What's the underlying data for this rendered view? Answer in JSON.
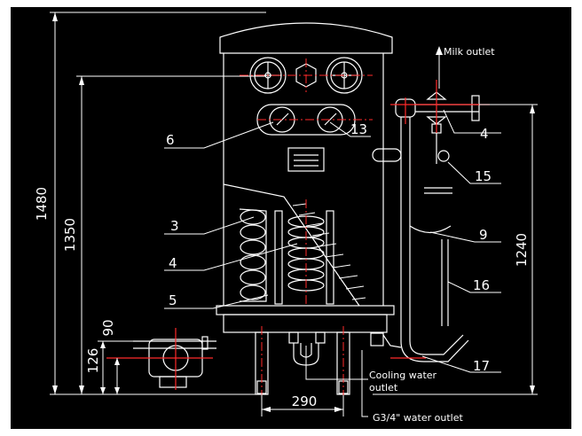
{
  "colors": {
    "background": "#000000",
    "lines": "#ffffff",
    "centerlines": "#ff2a2a",
    "frame": "#ffffff"
  },
  "dimensions": {
    "overall_height": "1480",
    "body_height": "1350",
    "outlet_height": "1240",
    "lower_90": "90",
    "lower_126": "126",
    "leg_spacing": "290"
  },
  "callouts": {
    "milk_outlet": "Milk outlet",
    "cooling_water_outlet_line1": "Cooling water",
    "cooling_water_outlet_line2": "outlet",
    "water_outlet": "G3/4\"  water outlet"
  },
  "parts": {
    "p3": "3",
    "p4a": "4",
    "p4b": "4",
    "p5": "5",
    "p6": "6",
    "p9": "9",
    "p13": "13",
    "p15": "15",
    "p16": "16",
    "p17": "17"
  }
}
